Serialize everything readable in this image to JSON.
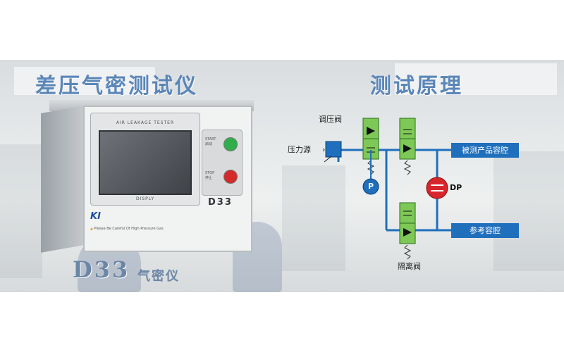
{
  "left_title": "差压气密测试仪",
  "right_title": "测试原理",
  "device": {
    "panel_label": "AIR LEAKAGE TESTER",
    "display_label": "DISPLY",
    "start_label": "START\n启动",
    "stop_label": "STOP\n停止",
    "model": "D33",
    "logo": "KI",
    "warning": "Please Be Careful Of High Pressure Gas"
  },
  "product_name": {
    "model": "D33",
    "suffix": "气密仪"
  },
  "diagram": {
    "regulator_label": "调压阀",
    "source_label": "压力源",
    "test_chamber_label": "被测产品容腔",
    "reference_chamber_label": "参考容腔",
    "pressure_gauge_label": "P",
    "dp_label": "DP",
    "isolation_valve_label": "隔离阀"
  },
  "colors": {
    "title_blue": "#5a86b8",
    "pipe_blue": "#1f6fbd",
    "valve_green": "#7ec857",
    "dp_red": "#d6262b",
    "start_green": "#2fae4a",
    "stop_red": "#d42a2a"
  }
}
